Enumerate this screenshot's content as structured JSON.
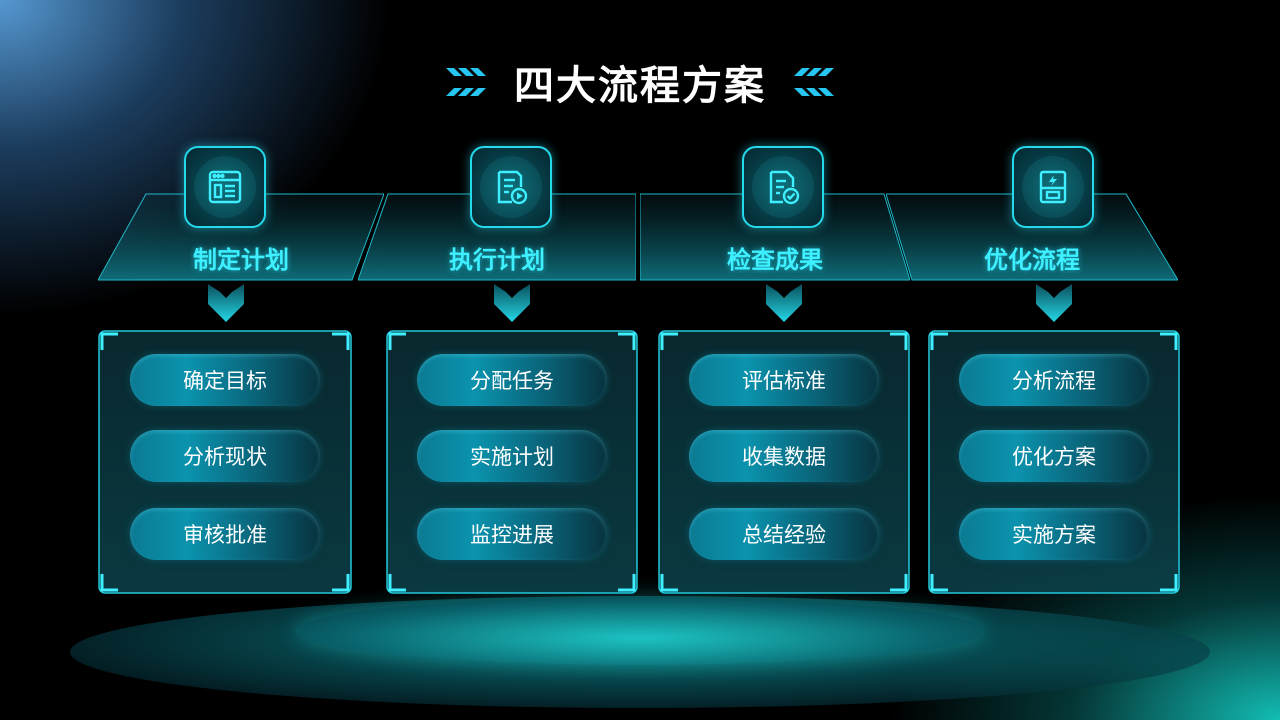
{
  "title": "四大流程方案",
  "colors": {
    "accent": "#25d8ea",
    "label": "#3ef0ff",
    "background": "#000000"
  },
  "steps": [
    {
      "label": "制定计划",
      "icon": "browser-window-icon",
      "items": [
        "确定目标",
        "分析现状",
        "审核批准"
      ]
    },
    {
      "label": "执行计划",
      "icon": "document-play-icon",
      "items": [
        "分配任务",
        "实施计划",
        "监控进展"
      ]
    },
    {
      "label": "检查成果",
      "icon": "document-check-icon",
      "items": [
        "评估标准",
        "收集数据",
        "总结经验"
      ]
    },
    {
      "label": "优化流程",
      "icon": "lightning-cabinet-icon",
      "items": [
        "分析流程",
        "优化方案",
        "实施方案"
      ]
    }
  ]
}
